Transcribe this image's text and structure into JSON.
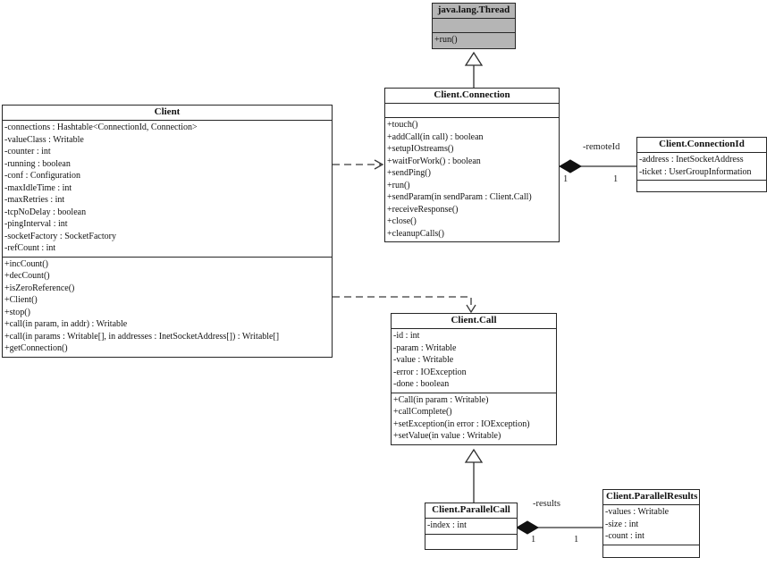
{
  "diagram": {
    "colors": {
      "thread_fill": "#b5b5b5",
      "box_fill": "#ffffff",
      "line": "#2e2e2e"
    },
    "classes": {
      "thread": {
        "title": "java.lang.Thread",
        "attributes": [],
        "methods": [
          "+run()"
        ]
      },
      "client": {
        "title": "Client",
        "attributes": [
          "-connections : Hashtable<ConnectionId, Connection>",
          "-valueClass : Writable",
          "-counter : int",
          "-running : boolean",
          "-conf : Configuration",
          "-maxIdleTime : int",
          "-maxRetries : int",
          "-tcpNoDelay : boolean",
          "-pingInterval : int",
          "-socketFactory : SocketFactory",
          "-refCount : int"
        ],
        "methods": [
          "+incCount()",
          "+decCount()",
          "+isZeroReference()",
          "+Client()",
          "+stop()",
          "+call(in param, in addr) : Writable",
          "+call(in params : Writable[], in addresses : InetSocketAddress[]) : Writable[]",
          "+getConnection()"
        ]
      },
      "connection": {
        "title": "Client.Connection",
        "attributes": [],
        "methods": [
          "+touch()",
          "+addCall(in call) : boolean",
          "+setupIOstreams()",
          "+waitForWork() : boolean",
          "+sendPing()",
          "+run()",
          "+sendParam(in sendParam : Client.Call)",
          "+receiveResponse()",
          "+close()",
          "+cleanupCalls()"
        ]
      },
      "connectionId": {
        "title": "Client.ConnectionId",
        "attributes": [
          "-address : InetSocketAddress",
          "-ticket : UserGroupInformation"
        ],
        "methods": []
      },
      "call": {
        "title": "Client.Call",
        "attributes": [
          "-id : int",
          "-param : Writable",
          "-value : Writable",
          "-error : IOException",
          "-done : boolean"
        ],
        "methods": [
          "+Call(in param : Writable)",
          "+callComplete()",
          "+setException(in error : IOException)",
          "+setValue(in value : Writable)"
        ]
      },
      "parallelCall": {
        "title": "Client.ParallelCall",
        "attributes": [
          "-index : int"
        ],
        "methods": []
      },
      "parallelResults": {
        "title": "Client.ParallelResults",
        "attributes": [
          "-values : Writable",
          "-size : int",
          "-count : int"
        ],
        "methods": []
      }
    },
    "associations": {
      "remoteId": {
        "label": "-remoteId",
        "mult_source": "1",
        "mult_target": "1"
      },
      "results": {
        "label": "-results",
        "mult_source": "1",
        "mult_target": "1"
      }
    }
  }
}
